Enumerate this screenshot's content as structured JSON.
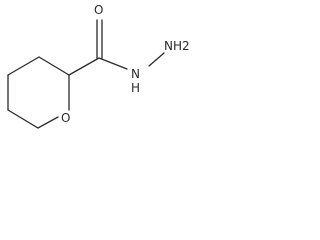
{
  "molecule": {
    "atoms": {
      "carbonyl_oxygen": "O",
      "amide_nitrogen": "N",
      "amide_hydrogen": "H",
      "terminal_nitrogen_group": "NH2",
      "ring_oxygen": "O"
    },
    "colors": {
      "ink": "#2a2a2a",
      "background": "#ffffff"
    }
  }
}
